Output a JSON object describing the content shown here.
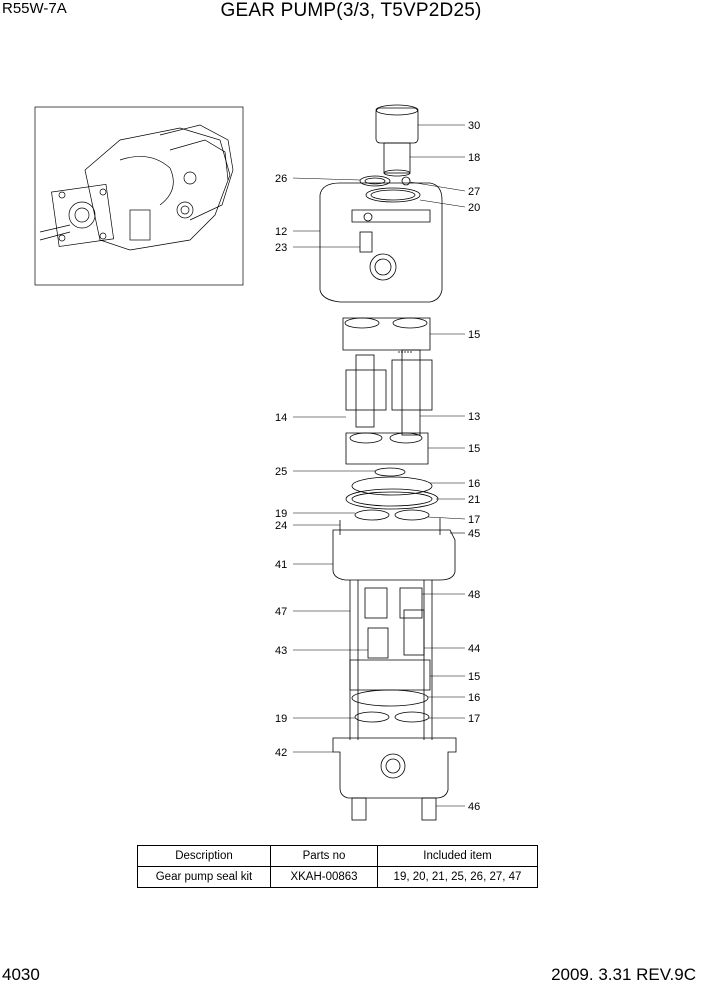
{
  "header": {
    "model": "R55W-7A",
    "title": "GEAR PUMP(3/3, T5VP2D25)"
  },
  "callouts": {
    "c30": "30",
    "c18": "18",
    "c26": "26",
    "c27": "27",
    "c20": "20",
    "c12": "12",
    "c23": "23",
    "c15a": "15",
    "c14": "14",
    "c13": "13",
    "c15b": "15",
    "c25": "25",
    "c16a": "16",
    "c21": "21",
    "c19a": "19",
    "c17a": "17",
    "c24": "24",
    "c45": "45",
    "c41": "41",
    "c47": "47",
    "c48": "48",
    "c43": "43",
    "c44": "44",
    "c15c": "15",
    "c16b": "16",
    "c19b": "19",
    "c17b": "17",
    "c42": "42",
    "c46": "46"
  },
  "kit_table": {
    "headers": [
      "Description",
      "Parts no",
      "Included item"
    ],
    "row": [
      "Gear pump seal kit",
      "XKAH-00863",
      "19, 20, 21, 25, 26, 27, 47"
    ]
  },
  "footer": {
    "page": "4030",
    "revision": "2009. 3.31  REV.9C"
  }
}
